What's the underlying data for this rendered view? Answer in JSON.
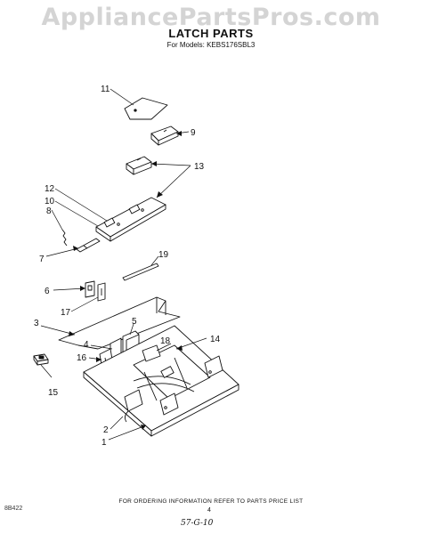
{
  "header": {
    "watermark": "AppliancePartsPros.com",
    "title": "LATCH PARTS",
    "subtitle": "For Models: KEBS176SBL3"
  },
  "callouts": {
    "c1": "1",
    "c2": "2",
    "c3": "3",
    "c4": "4",
    "c5": "5",
    "c6": "6",
    "c7": "7",
    "c8": "8",
    "c9": "9",
    "c10": "10",
    "c11": "11",
    "c12": "12",
    "c13": "13",
    "c14": "14",
    "c15": "15",
    "c16": "16",
    "c17": "17",
    "c18": "18",
    "c19": "19"
  },
  "footer": {
    "ordering_note": "FOR ORDERING INFORMATION REFER TO PARTS PRICE LIST",
    "doc_code": "8B422",
    "page_number": "4",
    "handwritten": "57-G-10"
  }
}
